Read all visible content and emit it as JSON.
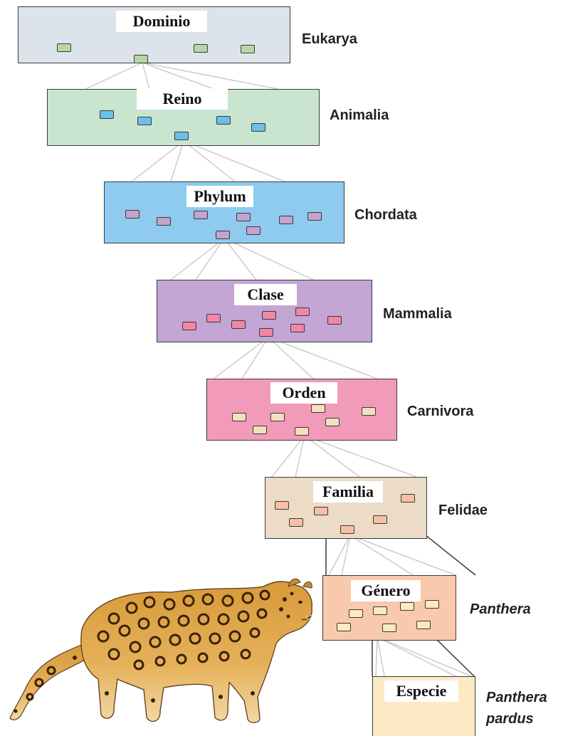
{
  "levels": [
    {
      "rank": "Dominio",
      "taxon": "Eukarya",
      "taxon_italic": false,
      "box_color": "#dde3ea",
      "chip_color": "#b5d9a6"
    },
    {
      "rank": "Reino",
      "taxon": "Animalia",
      "taxon_italic": false,
      "box_color": "#c9e5cf",
      "chip_color": "#6cc0e8"
    },
    {
      "rank": "Phylum",
      "taxon": "Chordata",
      "taxon_italic": false,
      "box_color": "#8ecbef",
      "chip_color": "#c4a3cc"
    },
    {
      "rank": "Clase",
      "taxon": "Mammalia",
      "taxon_italic": false,
      "box_color": "#c3a6d4",
      "chip_color": "#f087a7"
    },
    {
      "rank": "Orden",
      "taxon": "Carnivora",
      "taxon_italic": false,
      "box_color": "#f29ab9",
      "chip_color": "#f4dfbf"
    },
    {
      "rank": "Familia",
      "taxon": "Felidae",
      "taxon_italic": false,
      "box_color": "#ecdcc6",
      "chip_color": "#f7bfa5"
    },
    {
      "rank": "Género",
      "taxon": "Panthera",
      "taxon_italic": true,
      "box_color": "#f8c9ad",
      "chip_color": "#fde9c4"
    },
    {
      "rank": "Especie",
      "taxon": "Panthera pardus",
      "taxon_italic": true,
      "box_color": "#fde9c4",
      "chip_color": ""
    }
  ],
  "illustration": {
    "subject": "leopard"
  }
}
